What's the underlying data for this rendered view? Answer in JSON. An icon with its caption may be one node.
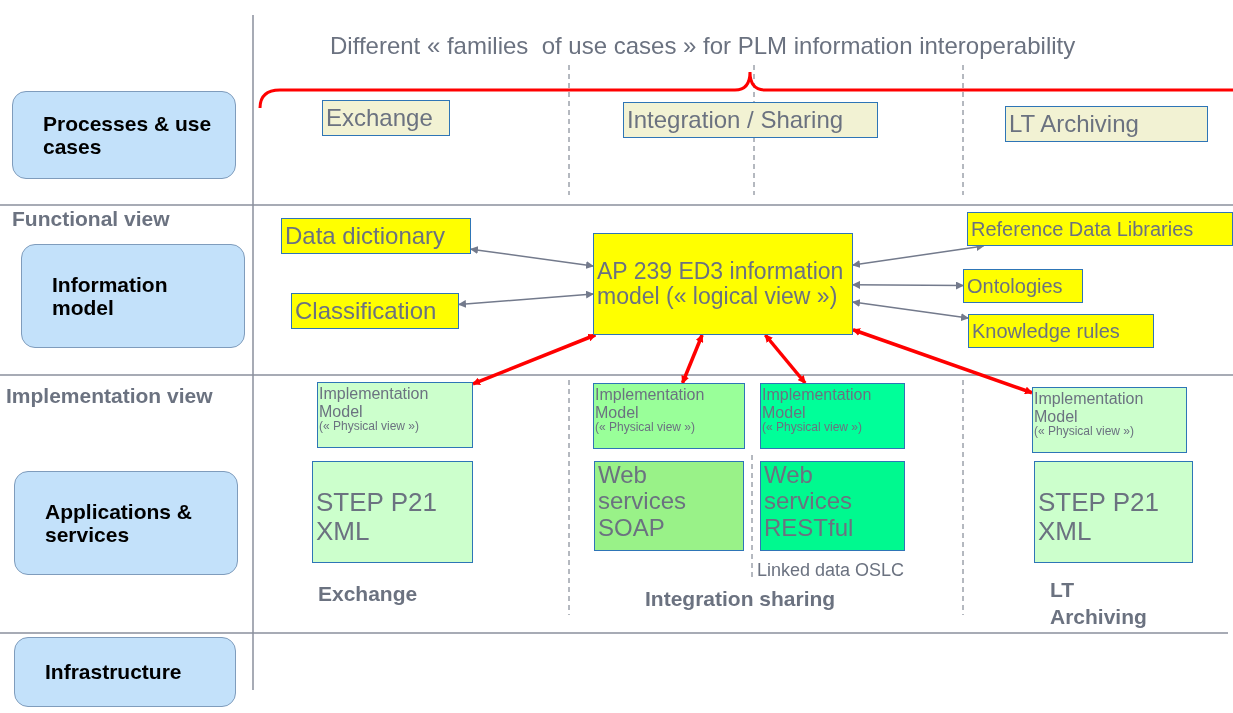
{
  "diagram": {
    "title": "Different « families  of use cases » for PLM information interoperability",
    "nodes": [
      {
        "text": [
          "Processes & use cases"
        ]
      },
      {
        "text": [
          "Information model"
        ]
      },
      {
        "text": [
          "Applications & services"
        ]
      },
      {
        "text": [
          "Infrastructure"
        ]
      },
      {
        "text": [
          "Exchange"
        ]
      },
      {
        "text": [
          "Integration / Sharing"
        ]
      },
      {
        "text": [
          "LT Archiving"
        ]
      },
      {
        "text": [
          "Data dictionary"
        ]
      },
      {
        "text": [
          "Classification"
        ]
      },
      {
        "text": [
          "AP 239 ED3 information model (« logical view »)"
        ]
      },
      {
        "text": [
          "Reference Data Libraries"
        ]
      },
      {
        "text": [
          "Ontologies"
        ]
      },
      {
        "text": [
          "Knowledge rules"
        ]
      },
      {
        "text": [
          "Implementation Model",
          "(« Physical view »)"
        ]
      },
      {
        "text": [
          "Implementation Model",
          "(« Physical view »)"
        ]
      },
      {
        "text": [
          "Implementation Model",
          "(« Physical view »)"
        ]
      },
      {
        "text": [
          "Implementation Model",
          "(« Physical view »)"
        ]
      },
      {
        "text": [
          "STEP P21 XML"
        ]
      },
      {
        "text": [
          "Web services SOAP"
        ]
      },
      {
        "text": [
          "Web services RESTful"
        ],
        "beside": [
          "Linked  data OSLC"
        ]
      },
      {
        "text": [
          "STEP P21 XML"
        ]
      }
    ],
    "edges": [
      {
        "from": 9,
        "to": 7,
        "arrow": "both"
      },
      {
        "from": 9,
        "to": 8,
        "arrow": "both"
      },
      {
        "from": 9,
        "to": 10,
        "arrow": "both"
      },
      {
        "from": 9,
        "to": 11,
        "arrow": "both"
      },
      {
        "from": 9,
        "to": 12,
        "arrow": "both"
      },
      {
        "from": 9,
        "to": 13,
        "arrow": "both",
        "style": "thick",
        "color": "#ff0000"
      },
      {
        "from": 9,
        "to": 14,
        "arrow": "both",
        "style": "thick",
        "color": "#ff0000"
      },
      {
        "from": 9,
        "to": 15,
        "arrow": "both",
        "style": "thick",
        "color": "#ff0000"
      },
      {
        "from": 9,
        "to": 16,
        "arrow": "both",
        "style": "thick",
        "color": "#ff0000"
      }
    ],
    "labels": [
      "Functional view",
      "Implementation view",
      "Exchange",
      "Integration sharing",
      "LT Archiving"
    ]
  }
}
